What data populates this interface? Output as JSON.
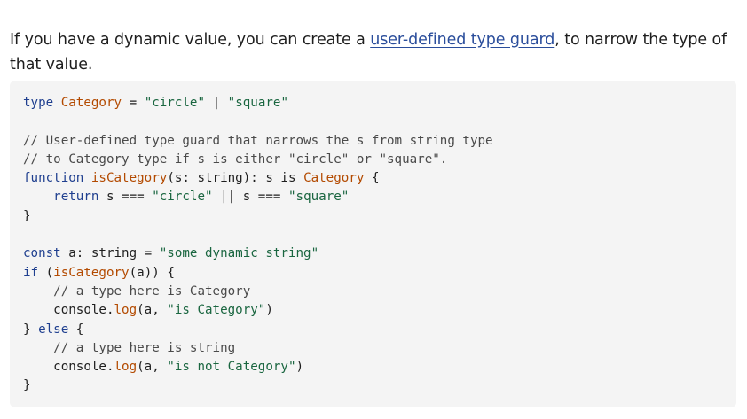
{
  "intro": {
    "before_link": "If you have a dynamic value, you can create a ",
    "link_text": "user-defined type guard",
    "after_link": ", to narrow the type of that value."
  },
  "code": {
    "lines": [
      [
        [
          "kw",
          "type"
        ],
        [
          "id",
          " "
        ],
        [
          "ty",
          "Category"
        ],
        [
          "id",
          " = "
        ],
        [
          "str",
          "\"circle\""
        ],
        [
          "id",
          " | "
        ],
        [
          "str",
          "\"square\""
        ]
      ],
      [],
      [
        [
          "cm",
          "// User-defined type guard that narrows the s from string type"
        ]
      ],
      [
        [
          "cm",
          "// to Category type if s is either \"circle\" or \"square\"."
        ]
      ],
      [
        [
          "kw",
          "function"
        ],
        [
          "id",
          " "
        ],
        [
          "fn",
          "isCategory"
        ],
        [
          "id",
          "(s: string): s is "
        ],
        [
          "ty",
          "Category"
        ],
        [
          "id",
          " {"
        ]
      ],
      [
        [
          "id",
          "    "
        ],
        [
          "kw",
          "return"
        ],
        [
          "id",
          " s === "
        ],
        [
          "str",
          "\"circle\""
        ],
        [
          "id",
          " || s === "
        ],
        [
          "str",
          "\"square\""
        ]
      ],
      [
        [
          "id",
          "}"
        ]
      ],
      [],
      [
        [
          "kw",
          "const"
        ],
        [
          "id",
          " a: string = "
        ],
        [
          "str",
          "\"some dynamic string\""
        ]
      ],
      [
        [
          "kw",
          "if"
        ],
        [
          "id",
          " ("
        ],
        [
          "fn",
          "isCategory"
        ],
        [
          "id",
          "(a)) {"
        ]
      ],
      [
        [
          "cm",
          "    // a type here is Category"
        ]
      ],
      [
        [
          "id",
          "    console."
        ],
        [
          "mth",
          "log"
        ],
        [
          "id",
          "(a, "
        ],
        [
          "str",
          "\"is Category\""
        ],
        [
          "id",
          ")"
        ]
      ],
      [
        [
          "id",
          "} "
        ],
        [
          "kw",
          "else"
        ],
        [
          "id",
          " {"
        ]
      ],
      [
        [
          "cm",
          "    // a type here is string"
        ]
      ],
      [
        [
          "id",
          "    console."
        ],
        [
          "mth",
          "log"
        ],
        [
          "id",
          "(a, "
        ],
        [
          "str",
          "\"is not Category\""
        ],
        [
          "id",
          ")"
        ]
      ],
      [
        [
          "id",
          "}"
        ]
      ]
    ]
  },
  "colors": {
    "link": "#2a4d9b",
    "keyword": "#1f3f8f",
    "type": "#b34a00",
    "string": "#1a6640",
    "comment": "#4a4a4a",
    "code_background": "#f4f4f4"
  }
}
